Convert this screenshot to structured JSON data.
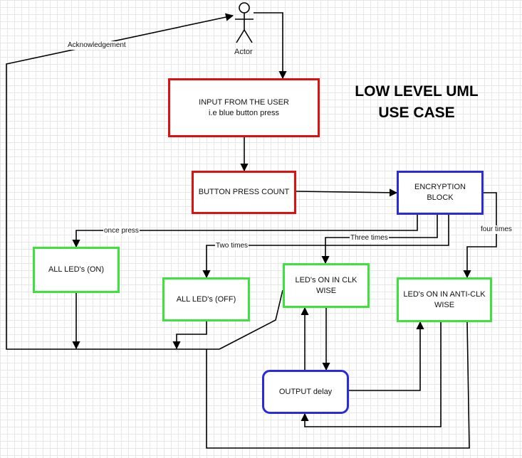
{
  "title": {
    "line1": "LOW LEVEL UML",
    "line2": "USE CASE"
  },
  "actor": {
    "label": "Actor"
  },
  "nodes": {
    "input": {
      "line1": "INPUT FROM THE USER",
      "line2": "i.e blue button press"
    },
    "count": {
      "label": "BUTTON PRESS COUNT"
    },
    "encryption": {
      "line1": "ENCRYPTION",
      "line2": "BLOCK"
    },
    "all_on": {
      "label": "ALL LED's (ON)"
    },
    "all_off": {
      "label": "ALL LED's (OFF)"
    },
    "clk": {
      "line1": "LED's ON IN CLK",
      "line2": "WISE"
    },
    "anticlk": {
      "line1": "LED's ON IN ANTI-CLK",
      "line2": "WISE"
    },
    "output": {
      "label": "OUTPUT delay"
    }
  },
  "edges": {
    "ack": "Acknowledgement",
    "once": "once press",
    "two": "Two times",
    "three": "Three times",
    "four": "four times"
  },
  "colors": {
    "red": "#e01010",
    "blue": "#2a2ae0",
    "green": "#3ee23e",
    "line": "#000000"
  }
}
